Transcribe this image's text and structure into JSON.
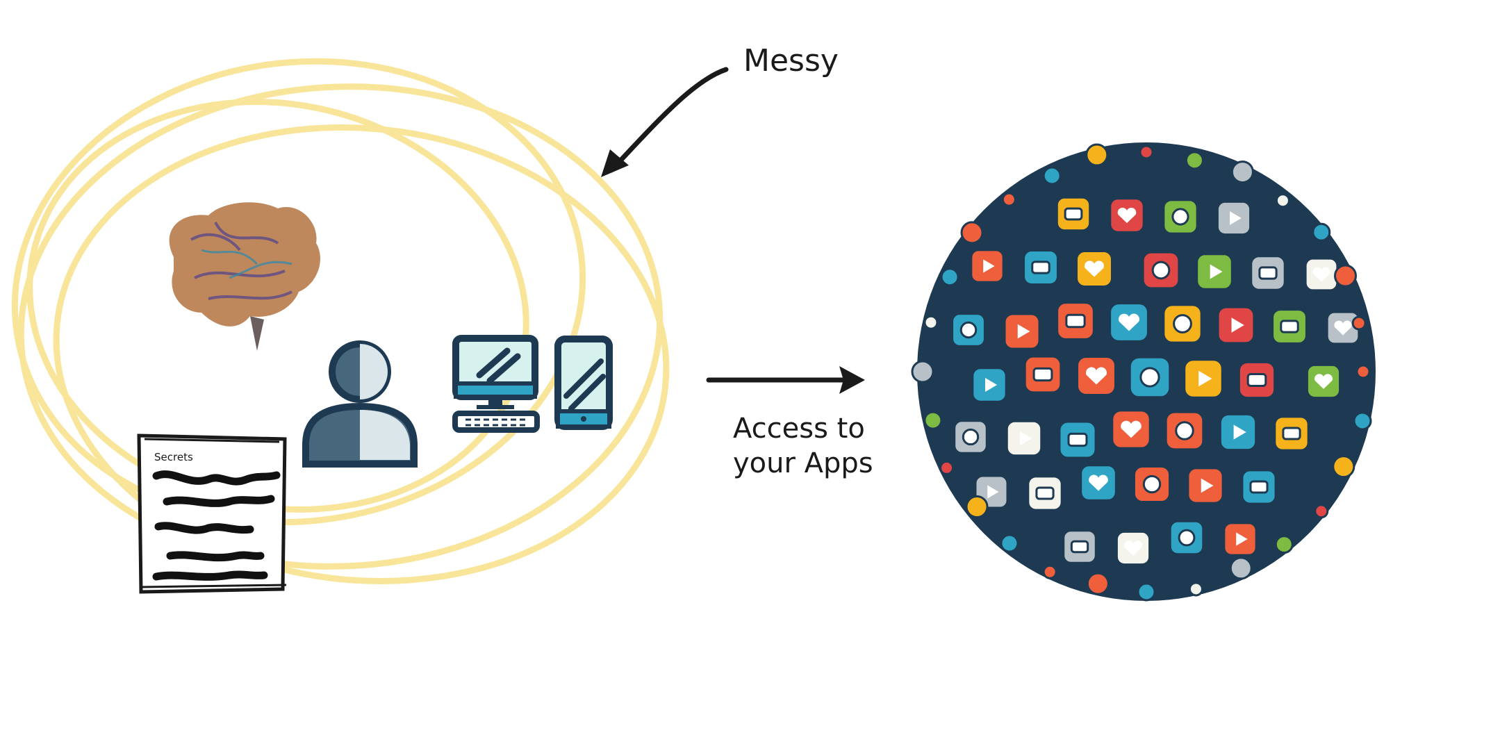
{
  "labels": {
    "messy": "Messy",
    "access_line1": "Access to",
    "access_line2": "your Apps",
    "secrets": "Secrets"
  },
  "colors": {
    "loops": "#f8e59a",
    "ink": "#1a1a1a",
    "navy": "#1d3a52",
    "teal": "#2fa4c4",
    "orange": "#ef5f3c",
    "yellow": "#f6b21b",
    "red": "#e04646",
    "green": "#7dbb43",
    "gray": "#b8c1c7",
    "cream": "#f4f4ec"
  },
  "icons": {
    "brain": "tangled-brain-icon",
    "person": "person-icon",
    "desktop": "desktop-computer-icon",
    "phone": "mobile-phone-icon",
    "document": "secrets-document-icon",
    "apps": "app-icons-cluster"
  }
}
